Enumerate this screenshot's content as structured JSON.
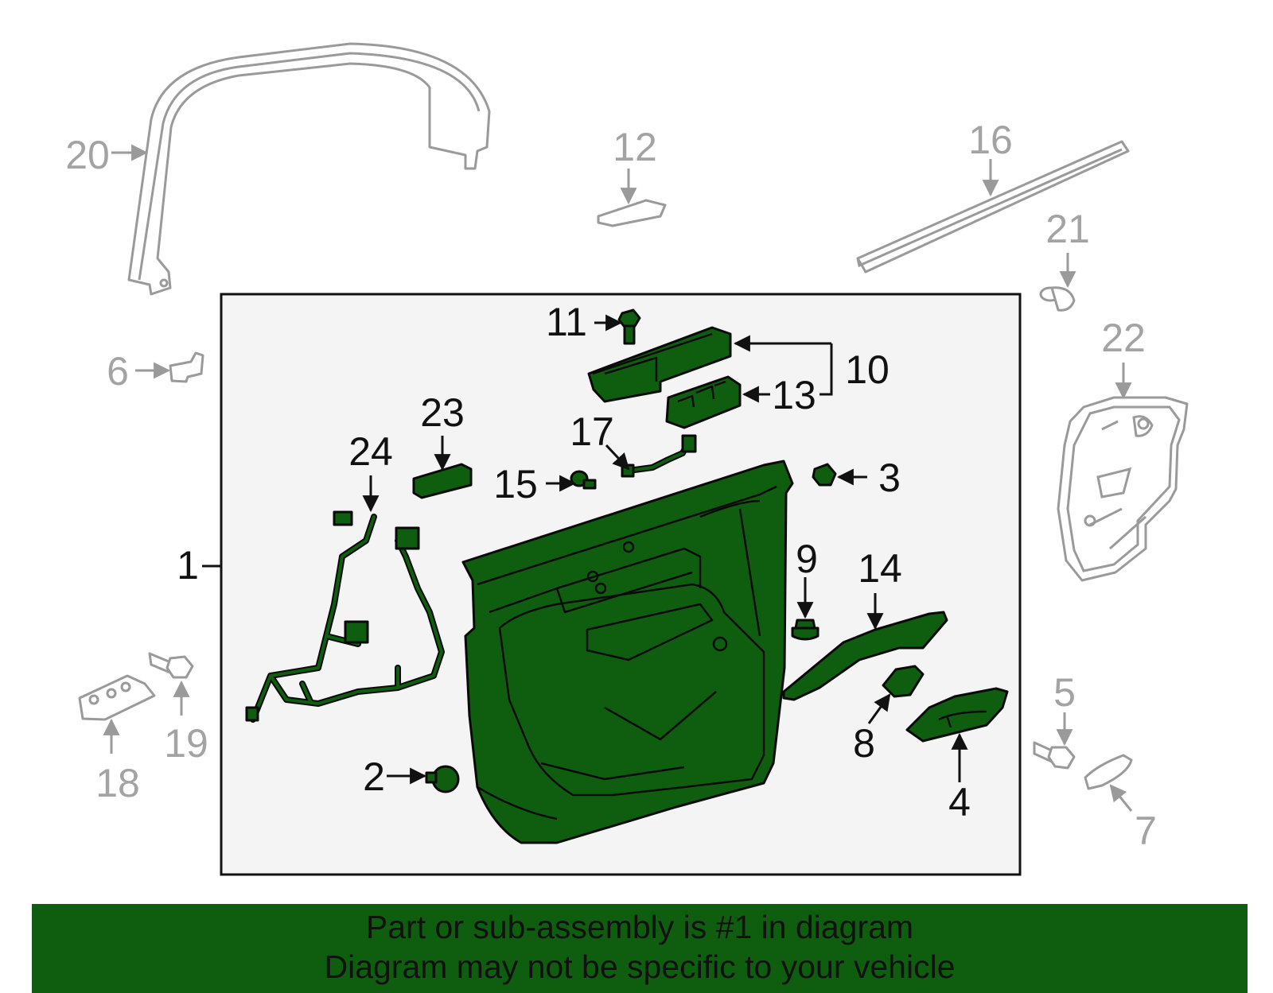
{
  "callouts": {
    "n1": "1",
    "n2": "2",
    "n3": "3",
    "n4": "4",
    "n5": "5",
    "n6": "6",
    "n7": "7",
    "n8": "8",
    "n9": "9",
    "n10": "10",
    "n11": "11",
    "n12": "12",
    "n13": "13",
    "n14": "14",
    "n15": "15",
    "n16": "16",
    "n17": "17",
    "n18": "18",
    "n19": "19",
    "n20": "20",
    "n21": "21",
    "n22": "22",
    "n23": "23",
    "n24": "24"
  },
  "banner": {
    "line1": "Part or sub-assembly is #1 in diagram",
    "line2": "Diagram may not be specific to your vehicle"
  },
  "colors": {
    "highlight_green": "#0f5e0f",
    "outline_grey": "#9a9a9a",
    "ink": "#111111"
  }
}
